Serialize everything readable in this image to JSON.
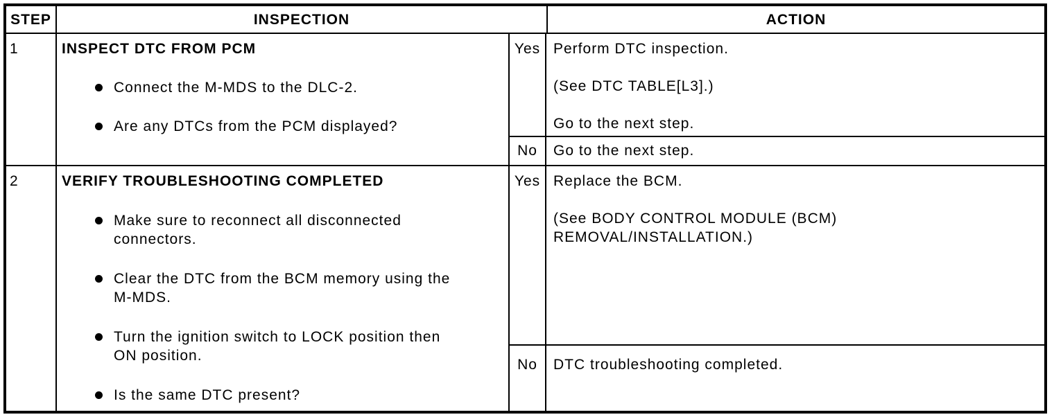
{
  "table": {
    "headers": {
      "step": "STEP",
      "inspection": "INSPECTION",
      "action": "ACTION"
    },
    "rows": [
      {
        "step": "1",
        "title": "INSPECT DTC FROM PCM",
        "bullets": [
          "Connect the M-MDS to the DLC-2.",
          "Are any DTCs from the PCM displayed?"
        ],
        "yes": {
          "label": "Yes",
          "actions": [
            "Perform DTC inspection.",
            "(See DTC TABLE[L3].)",
            "Go to the next step."
          ]
        },
        "no": {
          "label": "No",
          "actions": [
            "Go to the next step."
          ]
        }
      },
      {
        "step": "2",
        "title": "VERIFY TROUBLESHOOTING COMPLETED",
        "bullets": [
          "Make sure to reconnect all disconnected connectors.",
          "Clear the DTC from the BCM memory using the M-MDS.",
          "Turn the ignition switch to LOCK position then ON position.",
          "Is the same DTC present?"
        ],
        "yes": {
          "label": "Yes",
          "actions": [
            "Replace the BCM.",
            "(See BODY CONTROL MODULE (BCM) REMOVAL/INSTALLATION.)"
          ]
        },
        "no": {
          "label": "No",
          "actions": [
            "DTC troubleshooting completed."
          ]
        }
      }
    ]
  },
  "colors": {
    "border": "#000000",
    "background": "#ffffff",
    "text": "#000000"
  }
}
